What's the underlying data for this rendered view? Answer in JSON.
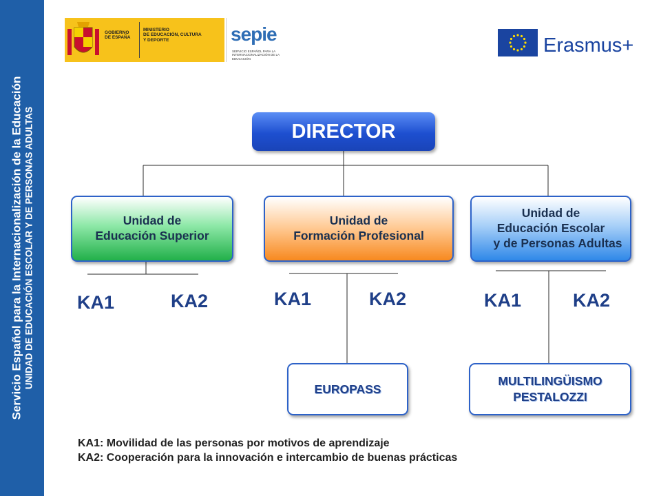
{
  "sidebar": {
    "line1": "Servicio Español para la Internacionalización de la Educación",
    "line2": "UNIDAD DE EDUCACIÓN ESCOLAR Y DE PERSONAS ADULTAS"
  },
  "logos": {
    "gobierno": "GOBIERNO\nDE ESPAÑA",
    "ministerio": "MINISTERIO\nDE EDUCACIÓN, CULTURA\nY DEPORTE",
    "sepie": "sepie",
    "sepie_sub": "SERVICIO ESPAÑOL PARA LA INTERNACIONALIZACIÓN DE LA EDUCACIÓN",
    "erasmus": "Erasmus+"
  },
  "org": {
    "director": "DIRECTOR",
    "units": [
      {
        "lines": [
          "Unidad de",
          "Educación Superior"
        ]
      },
      {
        "lines": [
          "Unidad de",
          "Formación Profesional"
        ]
      },
      {
        "lines": [
          "Unidad de",
          "Educación Escolar",
          "y de Personas Adultas"
        ]
      }
    ],
    "ka": {
      "ka1": "KA1",
      "ka2": "KA2"
    },
    "programs": {
      "europass": "EUROPASS",
      "multilinguismo": "MULTILINGÜISMO",
      "pestalozzi": "PESTALOZZI"
    }
  },
  "legend": {
    "ka1": "KA1: Movilidad de las  personas  por motivos de aprendizaje",
    "ka2": "KA2: Cooperación para la innovación e intercambio de buenas prácticas"
  },
  "colors": {
    "sidebar": "#1f5fa8",
    "director": "#1d4fd0",
    "unit_green": "#22b04a",
    "unit_orange": "#f7891f",
    "unit_blue": "#2f88e8",
    "program_text": "#1f3f88",
    "ka_text": "#1f3f88"
  }
}
